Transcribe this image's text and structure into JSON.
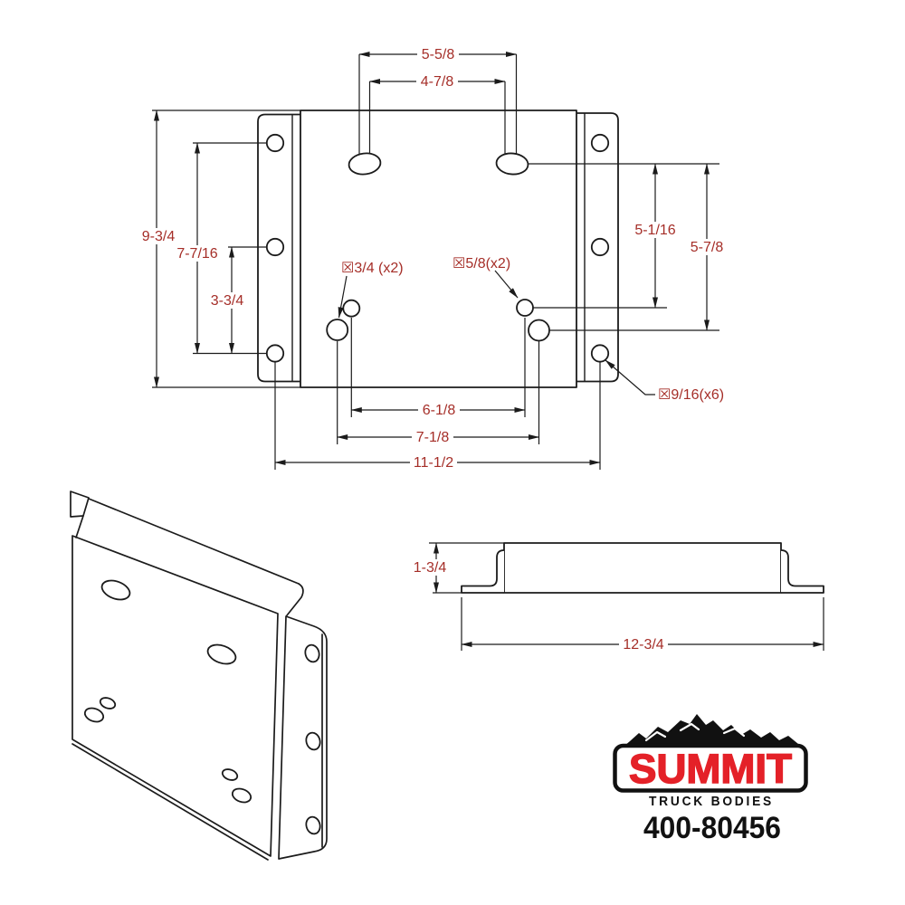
{
  "part": {
    "number": "400-80456"
  },
  "logo": {
    "brand": "SUMMIT",
    "tagline": "TRUCK BODIES"
  },
  "colors": {
    "dimension_text": "#A52E28",
    "logo_red": "#E42128",
    "line": "#1b1b1b",
    "background": "#ffffff"
  },
  "top_view": {
    "dim_slot_outer": "5-5/8",
    "dim_slot_inner": "4-7/8",
    "dim_plate_height": "9-3/4",
    "dim_flange_holes_span": "7-7/16",
    "dim_flange_holes_lower": "3-3/4",
    "dim_slot_to_small_hole": "5-1/16",
    "dim_slot_to_large_hole": "5-7/8",
    "dim_small_holes_span": "6-1/8",
    "dim_large_holes_span": "7-1/8",
    "dim_flange_hole_span": "11-1/2",
    "callout_large_holes": "☒3/4 (x2)",
    "callout_small_holes": "☒5/8(x2)",
    "callout_flange_holes": "☒9/16(x6)"
  },
  "side_view": {
    "dim_height": "1-3/4",
    "dim_width": "12-3/4"
  }
}
